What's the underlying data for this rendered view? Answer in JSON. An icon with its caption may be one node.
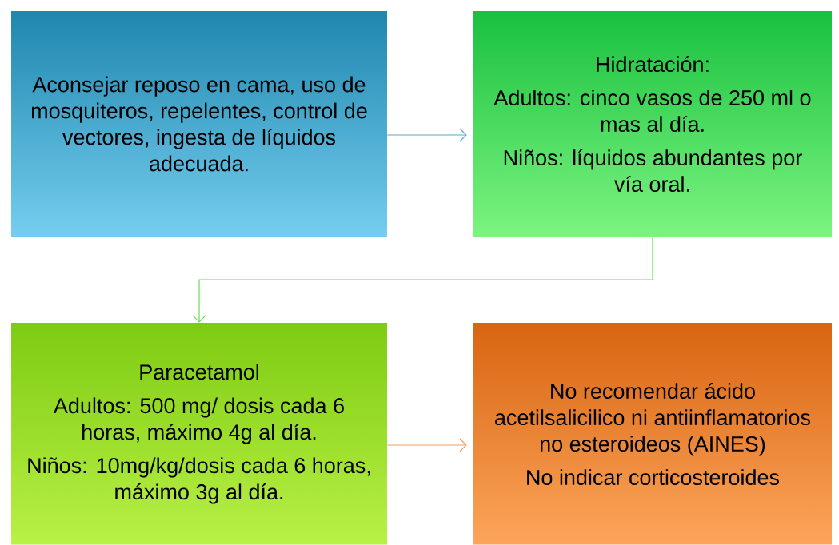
{
  "diagram": {
    "nodes": [
      {
        "text": [
          "Aconsejar reposo en cama, uso de mosquiteros, repelentes, control de vectores, ingesta de líquidos adecuada."
        ]
      },
      {
        "text": [
          "Hidratación:",
          "Adultos: cinco vasos de 250 ml o mas al día.",
          "Niños: líquidos abundantes por vía oral."
        ]
      },
      {
        "text": [
          "Paracetamol",
          "Adultos: 500 mg/ dosis cada 6 horas, máximo 4g al día.",
          "Niños: 10mg/kg/dosis cada 6 horas, máximo 3g al día."
        ]
      },
      {
        "text": [
          "No recomendar ácido acetilsalicilico ni antiinflamatorios no esteroideos (AINES)",
          "No indicar corticosteroides"
        ]
      }
    ],
    "edges": [
      {
        "from": 0,
        "to": 1,
        "arrow": "to",
        "color": "#5aa9cc"
      },
      {
        "from": 1,
        "to": 2,
        "arrow": "to",
        "color": "#66dd55"
      },
      {
        "from": 2,
        "to": 3,
        "arrow": "to",
        "color": "#f0a060"
      }
    ]
  }
}
